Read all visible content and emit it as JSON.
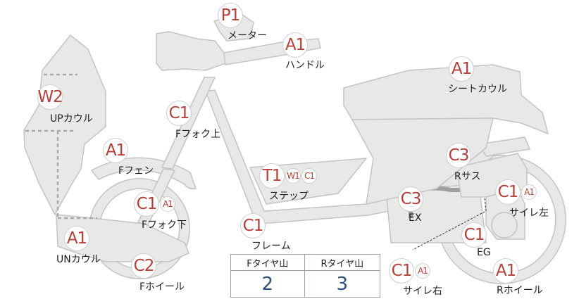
{
  "parts": [
    {
      "id": "meter",
      "label": "メーター",
      "codes": [
        {
          "code": "P1",
          "size": "big"
        }
      ]
    },
    {
      "id": "handle",
      "label": "ハンドル",
      "codes": [
        {
          "code": "A1",
          "size": "big"
        }
      ]
    },
    {
      "id": "up-cowl",
      "label": "UPカウル",
      "codes": [
        {
          "code": "W2",
          "size": "big"
        }
      ]
    },
    {
      "id": "ffork-upper",
      "label": "Fフォク上",
      "codes": [
        {
          "code": "C1",
          "size": "big"
        }
      ]
    },
    {
      "id": "fender",
      "label": "Fフェン",
      "codes": [
        {
          "code": "A1",
          "size": "big"
        }
      ]
    },
    {
      "id": "step",
      "label": "ステップ",
      "codes": [
        {
          "code": "T1",
          "size": "big"
        },
        {
          "code": "W1",
          "size": "small"
        },
        {
          "code": "C1",
          "size": "small"
        }
      ]
    },
    {
      "id": "seat-cowl",
      "label": "シートカウル",
      "codes": [
        {
          "code": "A1",
          "size": "big"
        }
      ]
    },
    {
      "id": "rsus",
      "label": "Rサス",
      "codes": [
        {
          "code": "C3",
          "size": "big"
        }
      ]
    },
    {
      "id": "ex",
      "label": "EX",
      "codes": [
        {
          "code": "C3",
          "size": "big"
        }
      ]
    },
    {
      "id": "muffler-left",
      "label": "サイレ左",
      "codes": [
        {
          "code": "C1",
          "size": "big"
        },
        {
          "code": "A1",
          "size": "small"
        }
      ]
    },
    {
      "id": "ffork-lower",
      "label": "Fフォク下",
      "codes": [
        {
          "code": "C1",
          "size": "big"
        },
        {
          "code": "A1",
          "size": "small"
        }
      ]
    },
    {
      "id": "frame",
      "label": "フレーム",
      "codes": [
        {
          "code": "C1",
          "size": "big"
        }
      ]
    },
    {
      "id": "eg",
      "label": "EG",
      "codes": [
        {
          "code": "C1",
          "size": "big"
        }
      ]
    },
    {
      "id": "un-cowl",
      "label": "UNカウル",
      "codes": [
        {
          "code": "A1",
          "size": "big"
        }
      ]
    },
    {
      "id": "fwheel",
      "label": "Fホイール",
      "codes": [
        {
          "code": "C2",
          "size": "big"
        }
      ]
    },
    {
      "id": "muffler-right",
      "label": "サイレ右",
      "codes": [
        {
          "code": "C1",
          "size": "big"
        },
        {
          "code": "A1",
          "size": "small"
        }
      ]
    },
    {
      "id": "rwheel",
      "label": "Rホイール",
      "codes": [
        {
          "code": "A1",
          "size": "big"
        }
      ]
    }
  ],
  "tire_tread": {
    "headers": [
      "Fタイヤ山",
      "Rタイヤ山"
    ],
    "values": [
      "2",
      "3"
    ]
  },
  "colors": {
    "code_red": "#b5403a",
    "part_fill": "#e8e8e6",
    "part_stroke": "#c4c4c2",
    "tread_value_blue": "#2d4f7a"
  }
}
